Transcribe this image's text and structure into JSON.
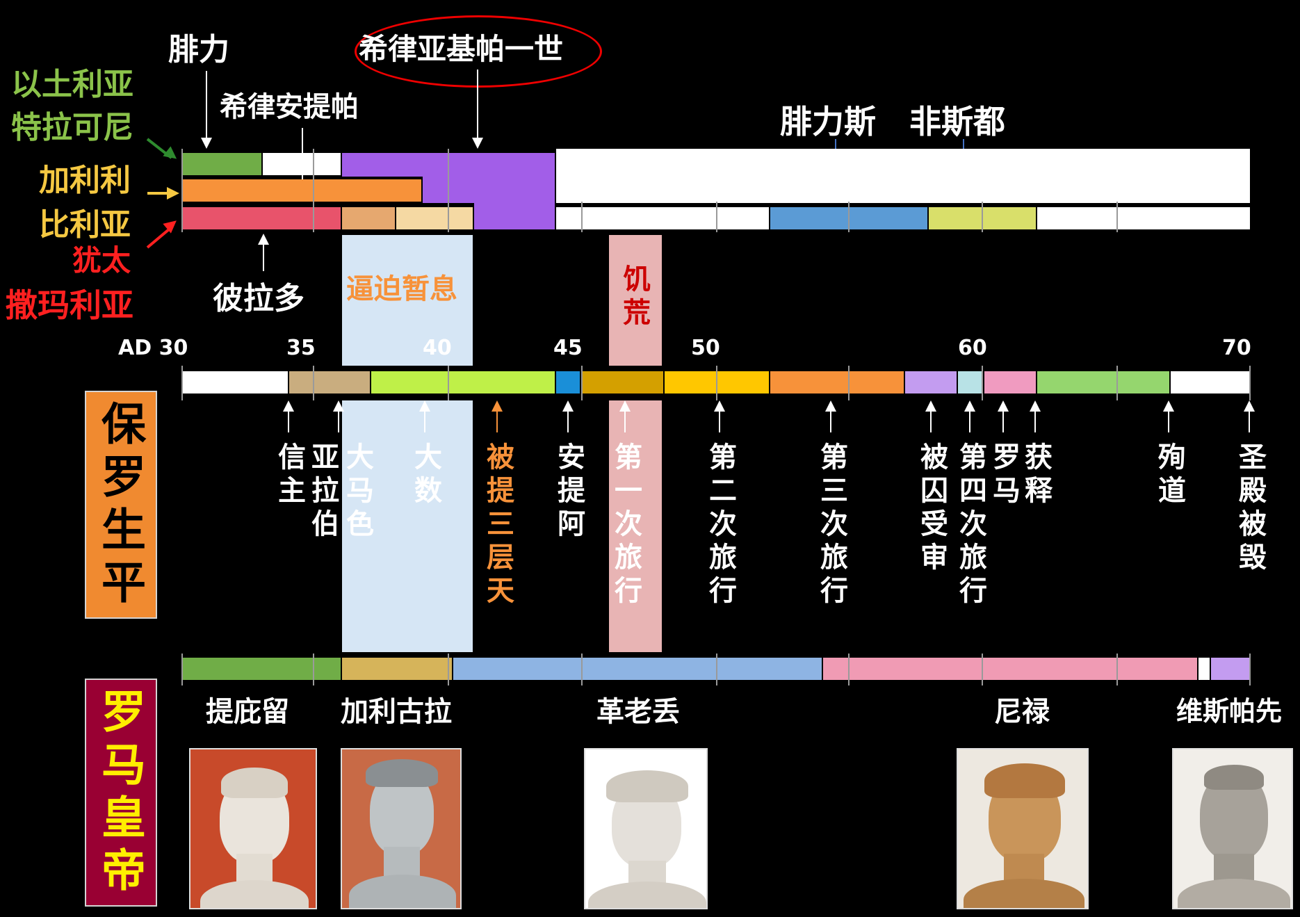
{
  "rulers": {
    "feili": "腓力",
    "hg1": "希律亚基帕一世",
    "hg_antipas": "希律安提帕",
    "felix": "腓力斯",
    "festus": "非斯都",
    "pilate": "彼拉多"
  },
  "regions": {
    "ituraea": "以土利亚",
    "trachonitis": "特拉可尼",
    "galilee": "加利利",
    "perea": "比利亚",
    "judea": "犹太",
    "samaria": "撒玛利亚"
  },
  "events": {
    "respite": "逼迫暂息",
    "famine": "饥荒"
  },
  "axis": {
    "ticks": [
      "AD 30",
      "35",
      "40",
      "45",
      "50",
      "60",
      "70"
    ]
  },
  "paul": {
    "title": "保罗生平",
    "items": [
      "信主",
      "亚拉伯",
      "大马色",
      "大数",
      "被提三层天",
      "安提阿",
      "第一次旅行",
      "第二次旅行",
      "第三次旅行",
      "被囚受审",
      "第四次旅行",
      "罗马",
      "获释",
      "殉道",
      "圣殿被毁"
    ]
  },
  "emperors": {
    "title": "罗马皇帝",
    "names": [
      "提庇留",
      "加利古拉",
      "革老丢",
      "尼禄",
      "维斯帕先"
    ]
  },
  "colors": {
    "green": "#70ad47",
    "orange": "#f7923a",
    "red": "#e8536b",
    "purple": "#a25ee8",
    "blue": "#5b9bd5",
    "yellow": "#d9df6a",
    "label_green": "#8bc34a",
    "label_yellow": "#f5c842",
    "label_red": "#ff2020",
    "paul_box": "#f08a30",
    "emperor_box": "#990033",
    "emperor_text": "#ffee00"
  }
}
